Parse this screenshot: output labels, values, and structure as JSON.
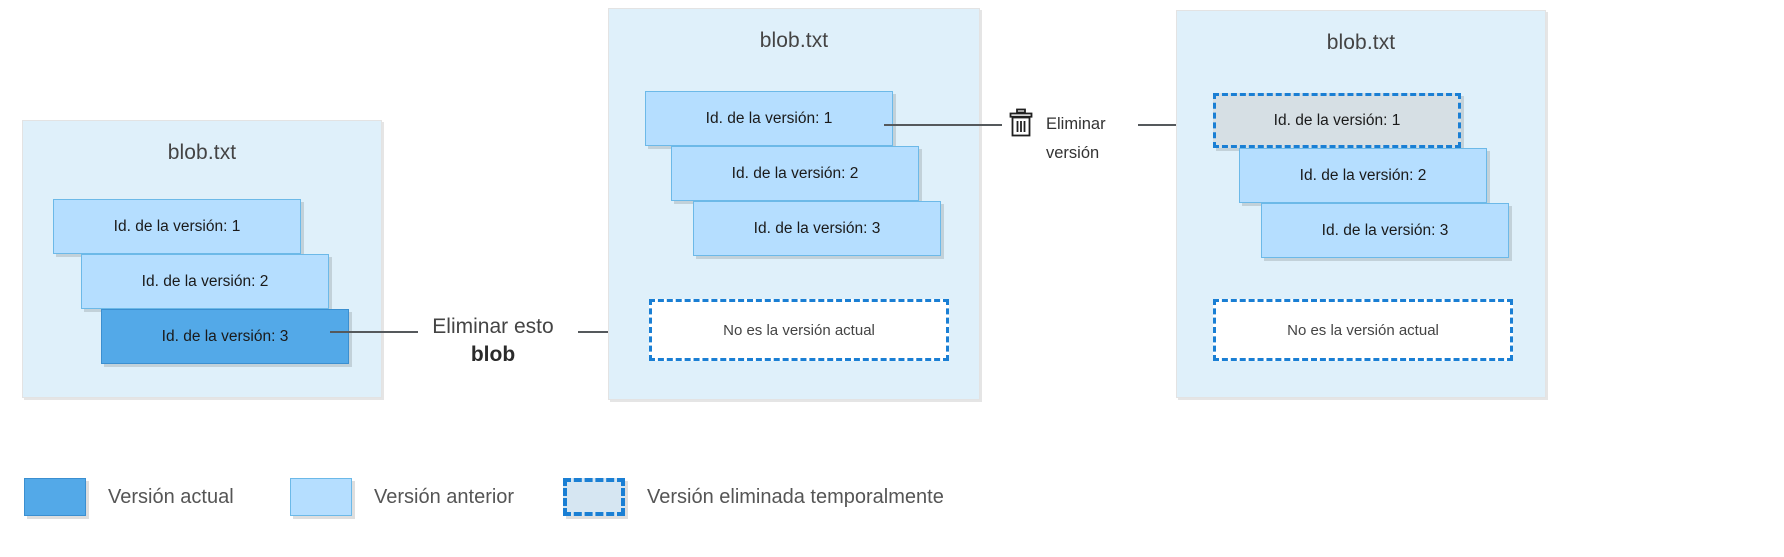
{
  "diagram": {
    "title_file": "blob.txt",
    "panels": [
      {
        "id": "before-delete",
        "title": "blob.txt",
        "versions": [
          {
            "label": "Id. de la versión: 1",
            "state": "previous"
          },
          {
            "label": "Id. de la versión: 2",
            "state": "previous"
          },
          {
            "label": "Id. de la versión: 3",
            "state": "current"
          }
        ]
      },
      {
        "id": "after-blob-delete",
        "title": "blob.txt",
        "versions": [
          {
            "label": "Id. de la versión: 1",
            "state": "previous"
          },
          {
            "label": "Id. de la versión: 2",
            "state": "previous"
          },
          {
            "label": "Id. de la versión: 3",
            "state": "previous"
          }
        ],
        "note": "No es la versión actual"
      },
      {
        "id": "after-version-delete",
        "title": "blob.txt",
        "versions": [
          {
            "label": "Id. de la versión: 1",
            "state": "soft-deleted"
          },
          {
            "label": "Id. de la versión: 2",
            "state": "previous"
          },
          {
            "label": "Id. de la versión: 3",
            "state": "previous"
          }
        ],
        "note": "No es la versión actual"
      }
    ],
    "callouts": [
      {
        "id": "delete-blob",
        "line1": "Eliminar esto",
        "line2": "blob"
      },
      {
        "id": "delete-version",
        "line1": "Eliminar",
        "line2": "versión",
        "icon": "trash-icon"
      }
    ],
    "legend": [
      {
        "label": "Versión actual",
        "swatch": "current"
      },
      {
        "label": "Versión anterior",
        "swatch": "previous"
      },
      {
        "label": "Versión eliminada temporalmente",
        "swatch": "soft-deleted"
      }
    ],
    "colors": {
      "panel_background": "#dff0fa",
      "current_version": "#53a9e8",
      "previous_version": "#b5deff",
      "soft_deleted_fill": "#d6dfe4",
      "dashed_border": "#1a7fd4",
      "connector": "#55595c",
      "text": "#444444"
    }
  }
}
